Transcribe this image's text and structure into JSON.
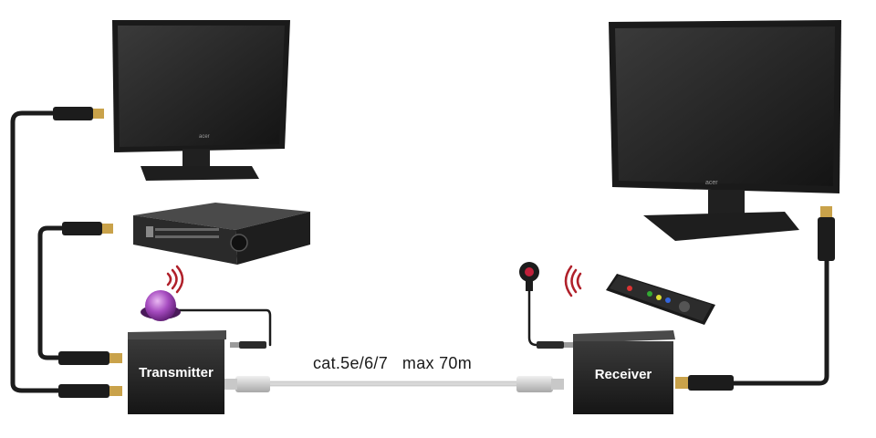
{
  "transmitter": {
    "label": "Transmitter"
  },
  "receiver": {
    "label": "Receiver"
  },
  "cable": {
    "label": "cat.5e/6/7   max 70m"
  },
  "monitor_left": {
    "brand": "acer"
  },
  "monitor_right": {
    "brand": "acer"
  },
  "colors": {
    "box": "#222222",
    "cable": "#1c1c1c",
    "hdmi_gold": "#c9a24a",
    "ir_eye_purple": "#9b3fb5",
    "ir_signal_red": "#b0202a",
    "lan_cable": "#d8d8d8"
  }
}
